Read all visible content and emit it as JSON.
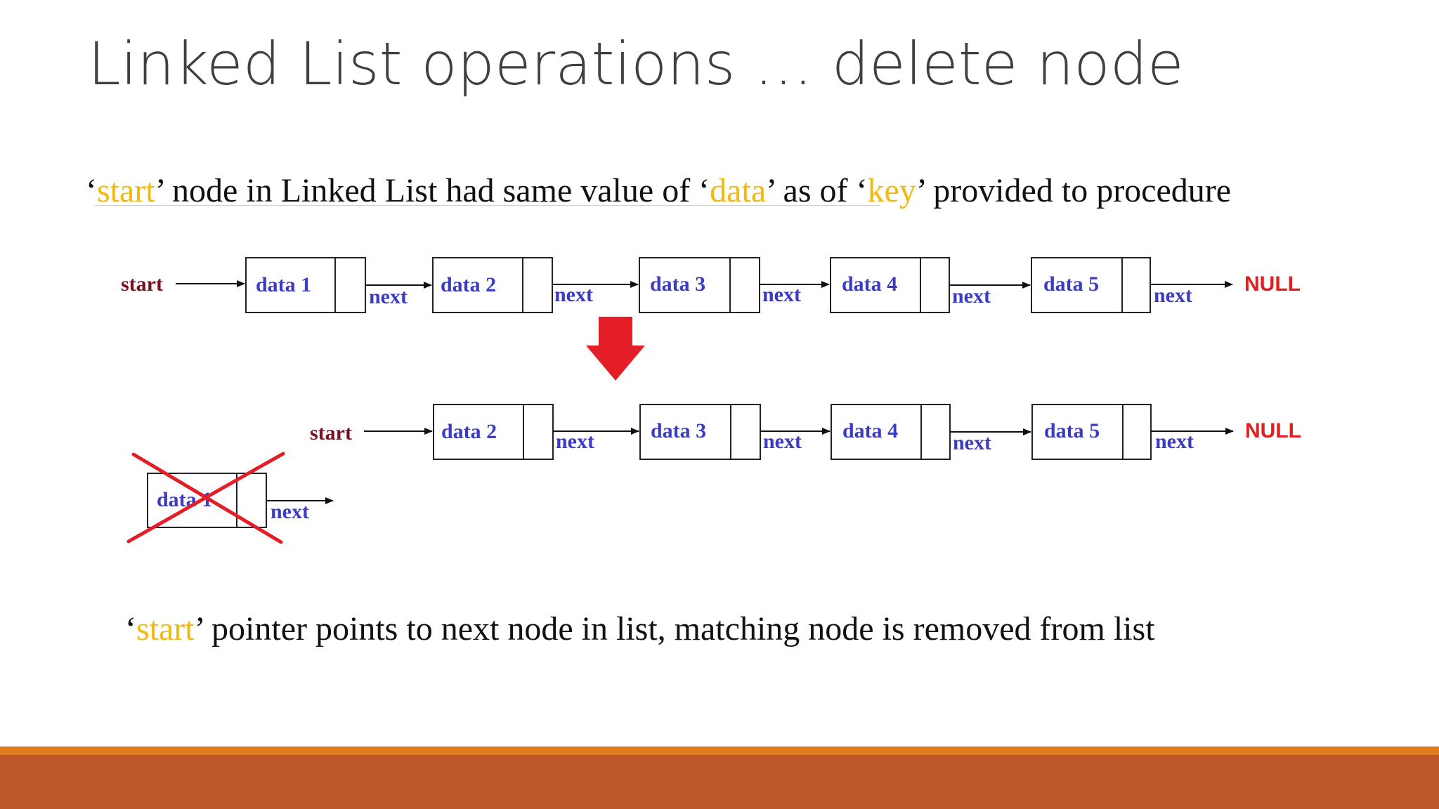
{
  "title": "Linked List operations … delete node",
  "caption_top": {
    "q1": "‘",
    "w1": "start",
    "t1": "’ node in Linked List had same value of ‘",
    "w2": "data",
    "t2": "’ as of ‘",
    "w3": "key",
    "t3": "’ provided to procedure"
  },
  "caption_bottom": {
    "q1": "‘",
    "w1": "start",
    "t1": "’ pointer points to next node in list, matching node is removed from list"
  },
  "diagram": {
    "before": {
      "start_label": "start",
      "nodes": [
        "data 1",
        "data 2",
        "data 3",
        "data 4",
        "data 5"
      ],
      "next_label": "next",
      "null_label": "NULL"
    },
    "after": {
      "start_label": "start",
      "nodes": [
        "data 2",
        "data 3",
        "data 4",
        "data 5"
      ],
      "next_label": "next",
      "null_label": "NULL"
    },
    "deleted": {
      "node": "data 1",
      "next_label": "next"
    }
  },
  "colors": {
    "highlight": "#f2b90f",
    "node_text": "#3b3bc4",
    "start_text": "#7a1020",
    "null_text": "#e02020",
    "down_arrow": "#e41e26",
    "cross": "#e41e26",
    "footer_thin": "#e07b1e",
    "footer_thick": "#be582b"
  },
  "icons": {
    "transition": "down-arrow-icon",
    "removed": "cross-icon"
  }
}
